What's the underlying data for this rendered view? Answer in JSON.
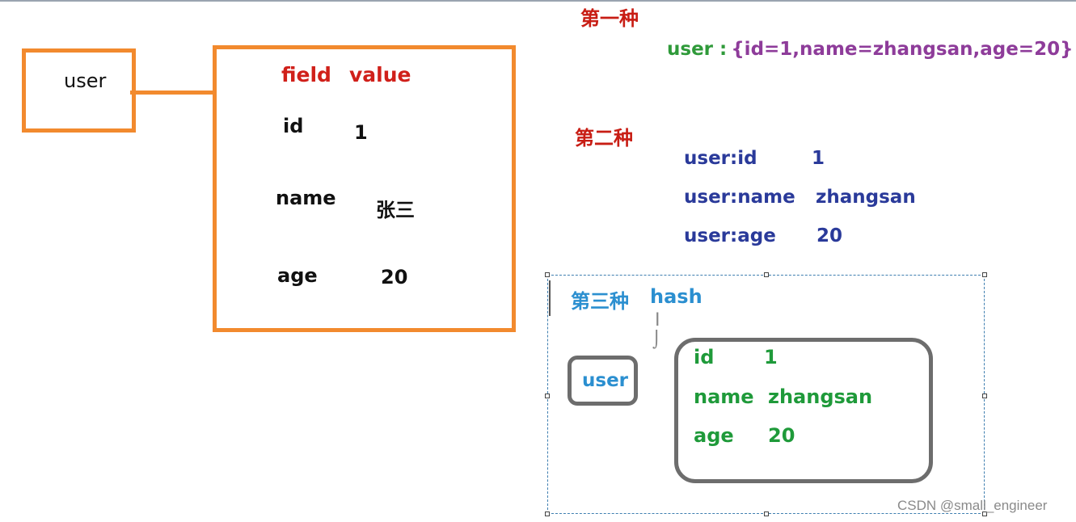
{
  "left": {
    "user_label": "user",
    "field_header": "field",
    "value_header": "value",
    "rows": [
      {
        "field": "id",
        "value": "1"
      },
      {
        "field": "name",
        "value": "张三"
      },
      {
        "field": "age",
        "value": "20"
      }
    ]
  },
  "method1": {
    "title": "第一种",
    "key": "user :",
    "value": "{id=1,name=zhangsan,age=20}"
  },
  "method2": {
    "title": "第二种",
    "rows": [
      {
        "key": "user:id",
        "value": "1"
      },
      {
        "key": "user:name",
        "value": "zhangsan"
      },
      {
        "key": "user:age",
        "value": "20"
      }
    ]
  },
  "method3": {
    "title": "第三种",
    "type": "hash",
    "key": "user",
    "rows": [
      {
        "field": "id",
        "value": "1"
      },
      {
        "field": "name",
        "value": "zhangsan"
      },
      {
        "field": "age",
        "value": "20"
      }
    ]
  },
  "watermark": "CSDN @small_engineer",
  "colors": {
    "orange": "#f28a2e",
    "red": "#c81d14",
    "green": "#1f9a3a",
    "purple": "#8e3c9a",
    "navy": "#2a3a9a",
    "sky": "#2b8fd0",
    "gray": "#6d6d6d"
  }
}
